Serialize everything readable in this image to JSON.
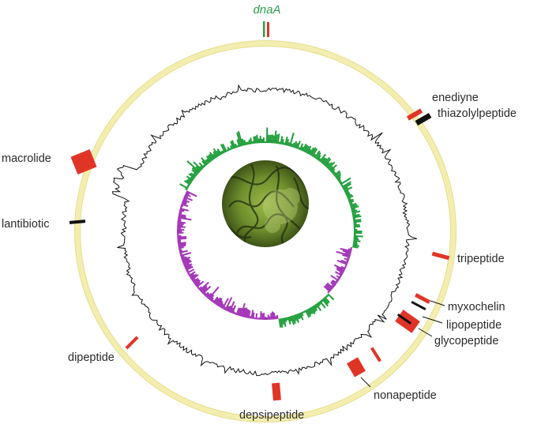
{
  "origin_label": "dnaA",
  "clusters": [
    {
      "id": "enediyne",
      "label": "enediyne"
    },
    {
      "id": "thiazolylpeptide",
      "label": "thiazolylpeptide"
    },
    {
      "id": "tripeptide",
      "label": "tripeptide"
    },
    {
      "id": "myxochelin",
      "label": "myxochelin"
    },
    {
      "id": "lipopeptide",
      "label": "lipopeptide"
    },
    {
      "id": "glycopeptide",
      "label": "glycopeptide"
    },
    {
      "id": "nonapeptide",
      "label": "nonapeptide"
    },
    {
      "id": "depsipeptide",
      "label": "depsipeptide"
    },
    {
      "id": "dipeptide",
      "label": "dipeptide"
    },
    {
      "id": "lantibiotic",
      "label": "lantibiotic"
    },
    {
      "id": "macrolide",
      "label": "macrolide"
    }
  ],
  "colors": {
    "backbone": "#f3eeb0",
    "cluster": "#e03526",
    "gc_content": "#111111",
    "gc_skew_positive": "#1f9e3a",
    "gc_skew_negative": "#a336b8",
    "origin_mark": "#2e9e4a",
    "center_image": "#6b8f2a"
  },
  "center_image": "micrograph"
}
